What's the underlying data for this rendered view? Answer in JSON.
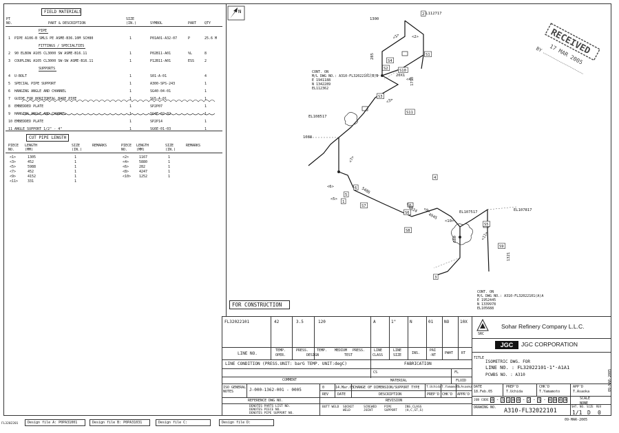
{
  "materials": {
    "heading": "FIELD MATERIALS",
    "col_pt": "PT NO.",
    "col_desc": "PART & DESCRIPTION",
    "col_size": "SIZE (IN.)",
    "col_symbol": "SYMBOL",
    "col_part": "PART",
    "col_qty": "QTY",
    "sections": [
      {
        "title": "PIPE",
        "rows": [
          {
            "no": "1",
            "desc": "PIPE A106-B SMLS PE ASME-B36.10M SCH80",
            "size": "1",
            "symbol": "P01A01-A32-07",
            "part": "P",
            "qty": "25.6 M"
          }
        ]
      },
      {
        "title": "FITTINGS / SPECIALTIES",
        "rows": [
          {
            "no": "2",
            "desc": "90 ELBOW A105 CL3000 SW ASME-B16.11",
            "size": "1",
            "symbol": "P02B11-A01",
            "part": "%L",
            "qty": "8"
          },
          {
            "no": "3",
            "desc": "COUPLING A105 CL3000 SW-SW ASME-B16.11",
            "size": "1",
            "symbol": "P12B11-A01",
            "part": "ESS",
            "qty": "2"
          }
        ]
      },
      {
        "title": "SUPPORTS",
        "rows": [
          {
            "no": "4",
            "desc": "U-BOLT",
            "size": "1",
            "symbol": "S01-A-01",
            "part": "",
            "qty": "4"
          },
          {
            "no": "5",
            "desc": "SPECIAL PIPE SUPPORT",
            "size": "1",
            "symbol": "A300-SPS-243",
            "part": "",
            "qty": "1"
          },
          {
            "no": "6",
            "desc": "HANGING ANGLE AND CHANNEL",
            "size": "1",
            "symbol": "SG40-04-01",
            "part": "",
            "qty": "1"
          },
          {
            "no": "7",
            "desc": "GUIDE FOR HORIZONTAL BARE PIPE",
            "size": "1",
            "symbol": "SG5-A-01",
            "part": "",
            "qty": "1"
          },
          {
            "no": "8",
            "desc": "EMBEDDED PLATE",
            "size": "1",
            "symbol": "SP2P07",
            "part": "",
            "qty": "1"
          },
          {
            "no": "9",
            "desc": "HANGING ANGLE AND CHANNEL",
            "size": "1",
            "symbol": "SG4E-02-02",
            "part": "",
            "qty": "1"
          },
          {
            "no": "10",
            "desc": "EMBEDDED PLATE",
            "size": "1",
            "symbol": "SP2P14",
            "part": "",
            "qty": "1"
          },
          {
            "no": "11",
            "desc": "ANGLE SUPPORT 1/2\" - 4\"",
            "size": "1",
            "symbol": "SG6E-01-03",
            "part": "",
            "qty": "1"
          }
        ]
      }
    ]
  },
  "cut": {
    "heading": "CUT PIPE LENGTH",
    "col_piece": "PIECE NO.",
    "col_length": "LENGTH (MM)",
    "col_size": "SIZE (IN.)",
    "col_remarks": "REMARKS",
    "left": [
      {
        "no": "<1>",
        "len": "1305",
        "size": "1"
      },
      {
        "no": "<3>",
        "len": "452",
        "size": "1"
      },
      {
        "no": "<5>",
        "len": "5988",
        "size": "1"
      },
      {
        "no": "<7>",
        "len": "452",
        "size": "1"
      },
      {
        "no": "<9>",
        "len": "4152",
        "size": "1"
      },
      {
        "no": "<11>",
        "len": "331",
        "size": "1"
      }
    ],
    "right": [
      {
        "no": "<2>",
        "len": "1167",
        "size": "1"
      },
      {
        "no": "<4>",
        "len": "5880",
        "size": "1"
      },
      {
        "no": "<6>",
        "len": "282",
        "size": "1"
      },
      {
        "no": "<8>",
        "len": "4247",
        "size": "1"
      },
      {
        "no": "<10>",
        "len": "1252",
        "size": "1"
      }
    ]
  },
  "drawing": {
    "north": "N",
    "cont_top": [
      "CONT. ON",
      "M/L DWG NO.: A310-FL32022101(B)B",
      "E 1941188",
      "N 1342289",
      "EL112362"
    ],
    "cont_bottom": [
      "CONT. ON",
      "M/L DWG NO.: A310-FL32022101(A)A",
      "E 1952445",
      "N 1339978",
      "EL105688"
    ],
    "elevations": [
      "EL112717",
      "EL108517",
      "EL107517",
      "EL107817"
    ],
    "dims": [
      "1300",
      "1733",
      "285",
      "1088",
      "5486",
      "4024",
      "4945",
      "1321",
      "680",
      "20X1"
    ],
    "tags": [
      "2",
      "6",
      "5",
      "1",
      "3",
      "4",
      "S4",
      "S1",
      "S2",
      "S3",
      "S10",
      "S11",
      "S7",
      "S6",
      "S8",
      "S5",
      "S9"
    ],
    "pieces": [
      "<1>",
      "<2>",
      "<3>",
      "<4>",
      "<5>",
      "<6>",
      "<7>",
      "<8>",
      "<9>",
      "<10>",
      "<11>"
    ],
    "fc_label": "FOR CONSTRUCTION",
    "stamp_main": "RECEIVED",
    "stamp_date": "17 MAR 2005",
    "stamp_by": "BY"
  },
  "title_block": {
    "line_no_value": "FL32022101",
    "v1": "42",
    "v2": "3.5",
    "v3": "120",
    "v4": "A",
    "v5": "1\"",
    "v6": "N",
    "v7": "01",
    "v8": "NO",
    "v9": "10X",
    "h_line_no": "LINE NO.",
    "h_temp_oper": [
      "TEMP.",
      "OPER."
    ],
    "h_press": "PRESS.",
    "h_temp": "TEMP.",
    "h_design": "DESIGN",
    "h_medium": "MEDIUM",
    "h_press2": "PRESS.",
    "h_test": "TEST",
    "h_line_class": [
      "LINE",
      "CLASS"
    ],
    "h_line_size": [
      "LINE",
      "SIZE"
    ],
    "h_ins": "INS.",
    "h_paint": [
      "PAI",
      "-NT"
    ],
    "h_pwht": "PWHT",
    "h_rt": "RT",
    "condition": "LINE CONDITION (PRESS.UNIT: barG TEMP. UNIT:degC)",
    "fabrication": "FABRICATION",
    "cs": "CS",
    "fl": "FL",
    "comment": "COMMENT",
    "material": "MATERIAL",
    "fluid": "FLUID",
    "gen_notes": "ISO GENERAL NOTES",
    "notes_ref": "J-000-1362-001 - 0005",
    "rev_label": "REV",
    "rev_date": "DATE",
    "rev_desc": "DESCRIPTION",
    "rev_prepd": "PREP'D",
    "rev_chkd": "CHK'D",
    "rev_apprd": "APPR'D",
    "revision": "REVISION",
    "rev0_no": "0",
    "rev0_date": "14.Mar.05",
    "rev0_desc": "CHANGE OF DIMENSION/SUPPORT TYPE",
    "rev0_prepd": "T.Uchida",
    "rev0_chkd": "T.Yamamoto",
    "rev0_apprd": "T.Asaoka",
    "ref_dwg": "REFERENCE DWG NO.",
    "legend": [
      "DENOTES PARTS LIST NO.",
      "DENOTES PIECE NO.",
      "DENOTES PIPE SUPPORT NO."
    ],
    "weld_types": [
      "BUTT WELD",
      "SOCKET WELD",
      "SCREWED JOINT",
      "PIPE SUPPORT",
      "INS.CLASS (H,C,ST,S)"
    ],
    "company": "Sohar Refinery Company L.L.C.",
    "src": "SRC",
    "jgc_logo": "JGC",
    "jgc_name": "JGC CORPORATION",
    "title_label": "TITLE",
    "title_lines": [
      "ISOMETRIC DWG. FOR",
      "LINE NO. : FL32022101-1\"-A1A1",
      "PCWBS NO. : A310"
    ],
    "date_label": "DATE",
    "prepd_label": "PREP'D",
    "chkd_label": "CHK'D",
    "apprd_label": "APP'D",
    "date_value": "18.Feb.05",
    "prepd_name": "T.Uchida",
    "chkd_name": "T.Yamamoto",
    "apprd_name": "T.Asaoka",
    "scale_label": "SCALE",
    "scale_value": "NONE",
    "job_code_label": "JOB CODE",
    "job_code": [
      "0",
      "-",
      "3",
      "1",
      "0",
      "0",
      "-",
      "2",
      "-",
      "5",
      "-",
      "0",
      "0",
      "0",
      "0"
    ],
    "drawing_no_label": "DRAWING NO.",
    "drawing_no": "A310-FL32022101",
    "sht_label": "SHT. NO.",
    "size_label": "SIZE",
    "rev_col_label": "REV",
    "sht_value": "1/1",
    "size_value": "D",
    "rev_value": "0",
    "side_date": "09-MAR-2005",
    "bottom_stamp": "09-MAR-2005"
  },
  "design_tabs": [
    "Design file A: P0PA31001",
    "Design file B: P0PA31031",
    "Design file C:",
    "Design file D:"
  ],
  "corner_label": "FL3202201"
}
